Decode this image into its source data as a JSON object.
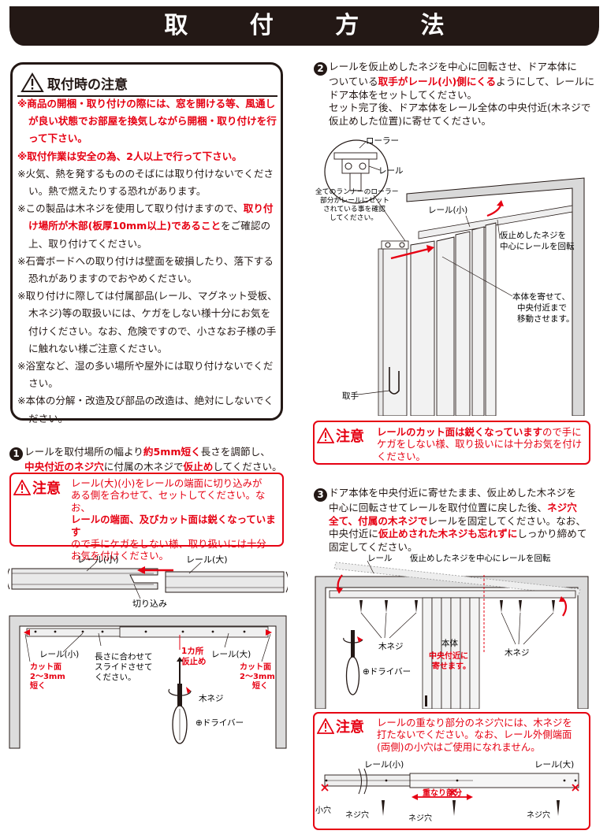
{
  "title": "取 付 方 法",
  "caution": {
    "title": "取付時の注意",
    "items": [
      {
        "type": "red-bold",
        "text": "※商品の開梱・取り付けの際には、窓を開ける等、風通しが良い状態でお部屋を換気しながら開梱・取り付けを行って下さい。"
      },
      {
        "type": "red-bold",
        "text": "※取付作業は安全の為、2人以上で行って下さい。"
      },
      {
        "type": "normal",
        "text": "※火気、熱を発するもののそばには取り付けないでください。熱で燃えたりする恐れがあります。"
      },
      {
        "type": "mixed",
        "before": "※この製品は木ネジを使用して取り付けますので、",
        "red": "取り付け場所が木部(板厚10mm以上)であること",
        "after": "をご確認の上、取り付けてください。"
      },
      {
        "type": "normal",
        "text": "※石膏ボードへの取り付けは壁面を破損したり、落下する恐れがありますのでおやめください。"
      },
      {
        "type": "normal",
        "text": "※取り付けに際しては付属部品(レール、マグネット受板、木ネジ)等の取扱いには、ケガをしない様十分にお気を付けください。なお、危険ですので、小さなお子様の手に触れない様ご注意ください。"
      },
      {
        "type": "normal",
        "text": "※浴室など、湿の多い場所や屋外には取り付けないでください。"
      },
      {
        "type": "normal",
        "text": "※本体の分解・改造及び部品の改造は、絶対にしないでください。"
      }
    ]
  },
  "step1": {
    "num": "1",
    "t1": "レールを取付場所の幅より",
    "r1": "約5mm短く",
    "t2": "長さを調節し、",
    "r2": "中央付近のネジ穴",
    "t3": "に付属の木ネジで",
    "r3": "仮止め",
    "t4": "してください。",
    "warn_label": "注意",
    "warn_l1": "レール(大)(小)をレールの端面に切り込みが",
    "warn_l2": "ある側を合わせて、セットしてください。なお、",
    "warn_l3": "レールの端面、及びカット面は鋭くなっています",
    "warn_l4": "ので手にケガをしない様、取り扱いには十分",
    "warn_l5": "お気を付けください。",
    "d1": {
      "rail_small": "レール(小)",
      "rail_large": "レール(大)",
      "notch": "切り込み"
    },
    "d2": {
      "rail_small": "レール(小)",
      "slide_l1": "長さに合わせて",
      "slide_l2": "スライドさせて",
      "slide_l3": "ください。",
      "one_l1": "1カ所",
      "one_l2": "仮止め",
      "rail_large": "レール(大)",
      "cut_l1": "カット面",
      "cut_l2": "2〜3mm",
      "cut_l3": "短く",
      "screw": "木ネジ",
      "driver": "⊕ドライバー"
    }
  },
  "step2": {
    "num": "2",
    "t1": "レールを仮止めしたネジを中心に回転させ、ドア本体に",
    "t2": "ついている",
    "r1": "取手がレール(小)側にくる",
    "t3": "ようにして、レールに",
    "t4": "ドア本体をセットしてください。",
    "t5": "セット完了後、ドア本体をレール全体の中央付近(木ネジで",
    "t6": "仮止めした位置)に寄せてください。",
    "d": {
      "roller": "ローラー",
      "rail": "レール",
      "note_l1": "全てのランナーのローラー",
      "note_l2": "部分がレールにセット",
      "note_l3": "されている事を確認",
      "note_l4": "してください。",
      "rail_small": "レール(小)",
      "rot_l1": "仮止めしたネジを",
      "rot_l2": "中心にレールを回転",
      "move_l1": "本体を寄せて、",
      "move_l2": "中央付近まで",
      "move_l3": "移動させます。",
      "handle": "取手"
    },
    "warn_label": "注意",
    "warn_red": "レールのカット面は鋭くなっています",
    "warn_l1": "ので手に",
    "warn_l2": "ケガをしない様、取り扱いには十分お気を付け",
    "warn_l3": "ください。"
  },
  "step3": {
    "num": "3",
    "t1": "ドア本体を中央付近に寄せたまま、仮止めした木ネジを",
    "t2": "中心に回転させてレールを取付位置に戻した後、",
    "r1": "ネジ穴",
    "r2": "全て、付属の木ネジで",
    "t3": "レールを固定してください。なお、",
    "t4": "中央付近に",
    "r3": "仮止めされた木ネジも忘れずに",
    "t5": "しっかり締めて",
    "t6": "固定してください。",
    "d": {
      "rail": "レール",
      "rotate": "仮止めしたネジを中心にレールを回転",
      "screw_l": "木ネジ",
      "screw_r": "木ネジ",
      "body": "本体",
      "center_l1": "中央付近に",
      "center_l2": "寄せます。",
      "driver": "⊕ドライバー"
    },
    "warn_label": "注意",
    "warn_l1": "レールの重なり部分のネジ穴には、木ネジを",
    "warn_l2": "打たないでください。なお、レール外側端面",
    "warn_l3": "(両側)の小穴はご使用になれません。",
    "d2": {
      "rail_small": "レール(小)",
      "rail_large": "レール(大)",
      "overlap": "重なり部分",
      "hole_small": "小穴",
      "hole1": "ネジ穴",
      "hole2": "ネジ穴",
      "hole3": "ネジ穴"
    }
  },
  "colors": {
    "red": "#e60012",
    "dark": "#231815"
  }
}
